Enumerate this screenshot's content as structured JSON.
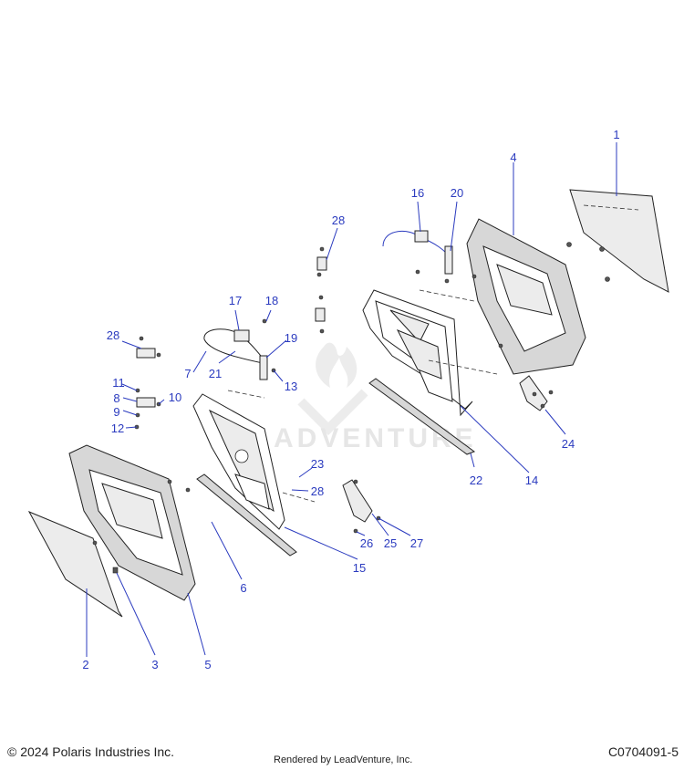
{
  "callouts": [
    {
      "id": "1",
      "label": "1"
    },
    {
      "id": "2",
      "label": "2"
    },
    {
      "id": "3",
      "label": "3"
    },
    {
      "id": "4",
      "label": "4"
    },
    {
      "id": "5",
      "label": "5"
    },
    {
      "id": "6",
      "label": "6"
    },
    {
      "id": "7",
      "label": "7"
    },
    {
      "id": "8",
      "label": "8"
    },
    {
      "id": "9",
      "label": "9"
    },
    {
      "id": "10",
      "label": "10"
    },
    {
      "id": "11",
      "label": "11"
    },
    {
      "id": "12",
      "label": "12"
    },
    {
      "id": "13",
      "label": "13"
    },
    {
      "id": "14",
      "label": "14"
    },
    {
      "id": "15",
      "label": "15"
    },
    {
      "id": "16",
      "label": "16"
    },
    {
      "id": "17",
      "label": "17"
    },
    {
      "id": "18",
      "label": "18"
    },
    {
      "id": "19",
      "label": "19"
    },
    {
      "id": "20",
      "label": "20"
    },
    {
      "id": "21",
      "label": "21"
    },
    {
      "id": "22",
      "label": "22"
    },
    {
      "id": "23",
      "label": "23"
    },
    {
      "id": "24",
      "label": "24"
    },
    {
      "id": "25",
      "label": "25"
    },
    {
      "id": "26",
      "label": "26"
    },
    {
      "id": "27",
      "label": "27"
    },
    {
      "id": "28a",
      "label": "28"
    },
    {
      "id": "28b",
      "label": "28"
    },
    {
      "id": "28c",
      "label": "28"
    }
  ],
  "watermark": "ADVENTURE",
  "footer": {
    "copyright": "© 2024 Polaris Industries Inc.",
    "rendered_by": "Rendered by LeadVenture, Inc.",
    "figure_id": "C0704091-5"
  },
  "colors": {
    "callout": "#2b3bbf",
    "line": "#222222"
  }
}
